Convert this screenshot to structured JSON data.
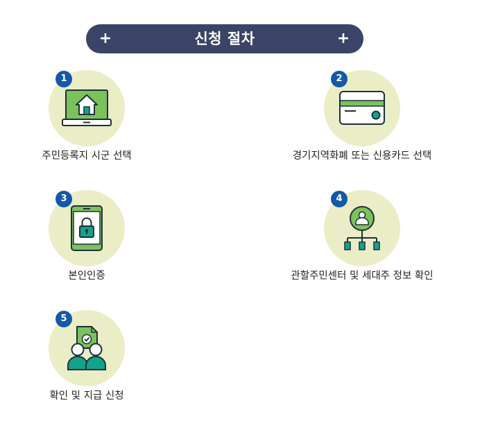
{
  "header": {
    "title": "신청 절차",
    "plus_left": "+",
    "plus_right": "+"
  },
  "steps": [
    {
      "number": "1",
      "label": "주민등록지 시군 선택",
      "icon": "laptop-home-icon"
    },
    {
      "number": "2",
      "label": "경기지역화폐 또는 신용카드 선택",
      "icon": "credit-card-icon"
    },
    {
      "number": "3",
      "label": "본인인증",
      "icon": "phone-lock-icon"
    },
    {
      "number": "4",
      "label": "관할주민센터 및 세대주 정보 확인",
      "icon": "org-chart-icon"
    },
    {
      "number": "5",
      "label": "확인 및 지급 신청",
      "icon": "users-document-icon"
    }
  ],
  "colors": {
    "banner": "#3b4466",
    "circle": "#eaedc6",
    "badge": "#1558a8",
    "green": "#7cc25a",
    "teal": "#12a389",
    "outline": "#1e2f3c"
  }
}
